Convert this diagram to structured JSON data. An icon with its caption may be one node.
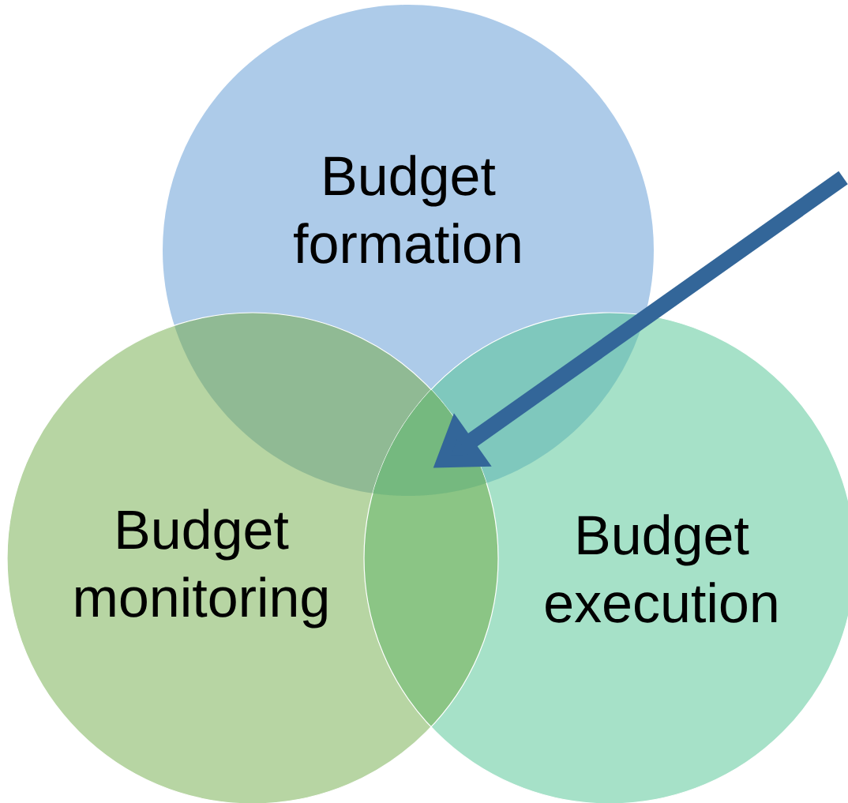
{
  "diagram": {
    "nodes": [
      {
        "text": [
          "Budget formation"
        ]
      },
      {
        "text": [
          "Budget monitoring"
        ]
      },
      {
        "text": [
          "Budget execution"
        ]
      },
      {
        "text": [],
        "shape": "region"
      }
    ],
    "edges": [
      {
        "from": null,
        "to": 3,
        "arrow": "to"
      }
    ]
  }
}
